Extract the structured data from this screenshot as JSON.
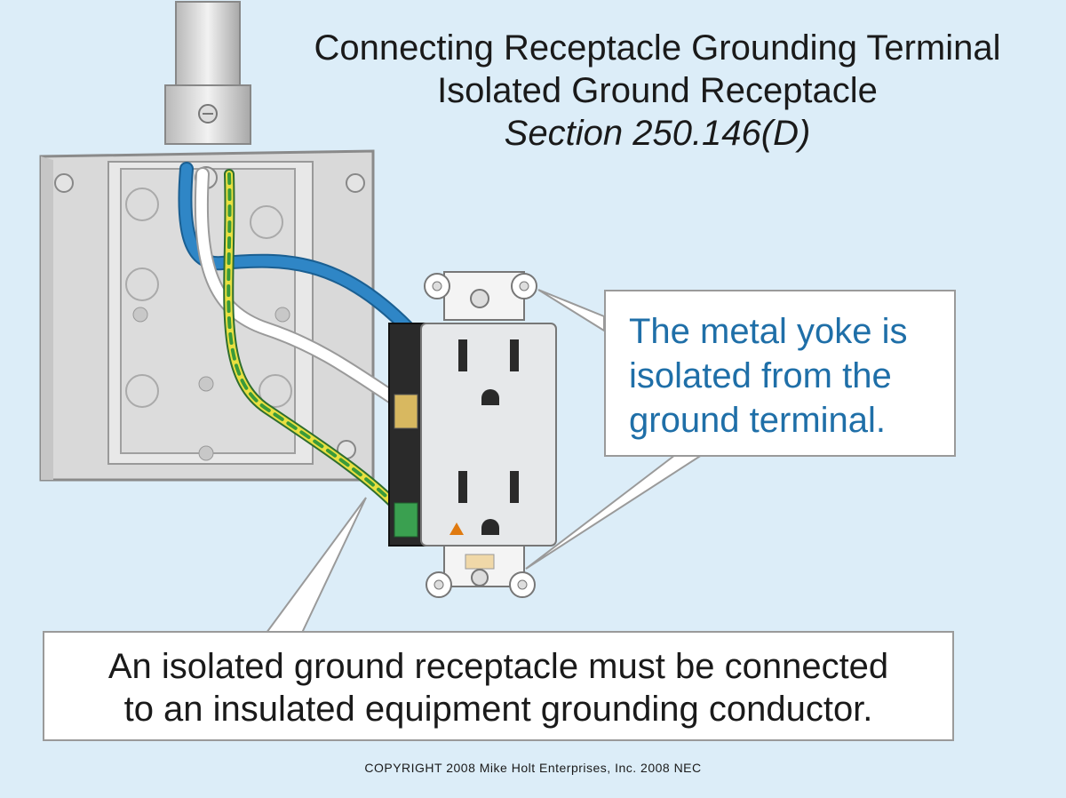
{
  "title": {
    "line1": "Connecting Receptacle Grounding Terminal",
    "line2": "Isolated Ground Receptacle",
    "line3": "Section 250.146(D)"
  },
  "callouts": {
    "yoke": {
      "line1": "The metal yoke is",
      "line2": "isolated from the",
      "line3": "ground terminal."
    },
    "ground": {
      "line1": "An isolated ground receptacle must be connected",
      "line2": "to an insulated equipment grounding conductor."
    }
  },
  "copyright": "COPYRIGHT 2008 Mike Holt Enterprises, Inc. 2008 NEC",
  "colors": {
    "background": "#dcedf8",
    "callout_text_blue": "#1f6fa8",
    "wire_blue": "#2f86c6",
    "wire_white": "#ffffff",
    "wire_green": "#3a9a3a",
    "wire_yellow": "#e8e040",
    "receptacle_face": "#e6e8ea",
    "receptacle_body": "#2a2a2a",
    "box_metal": "#d8d8d8",
    "triangle_orange": "#e07a10"
  },
  "icons": {
    "box": "metal-outlet-box",
    "conduit": "conduit-fitting",
    "receptacle": "isolated-ground-receptacle",
    "triangle": "orange-triangle-ig-marker"
  }
}
